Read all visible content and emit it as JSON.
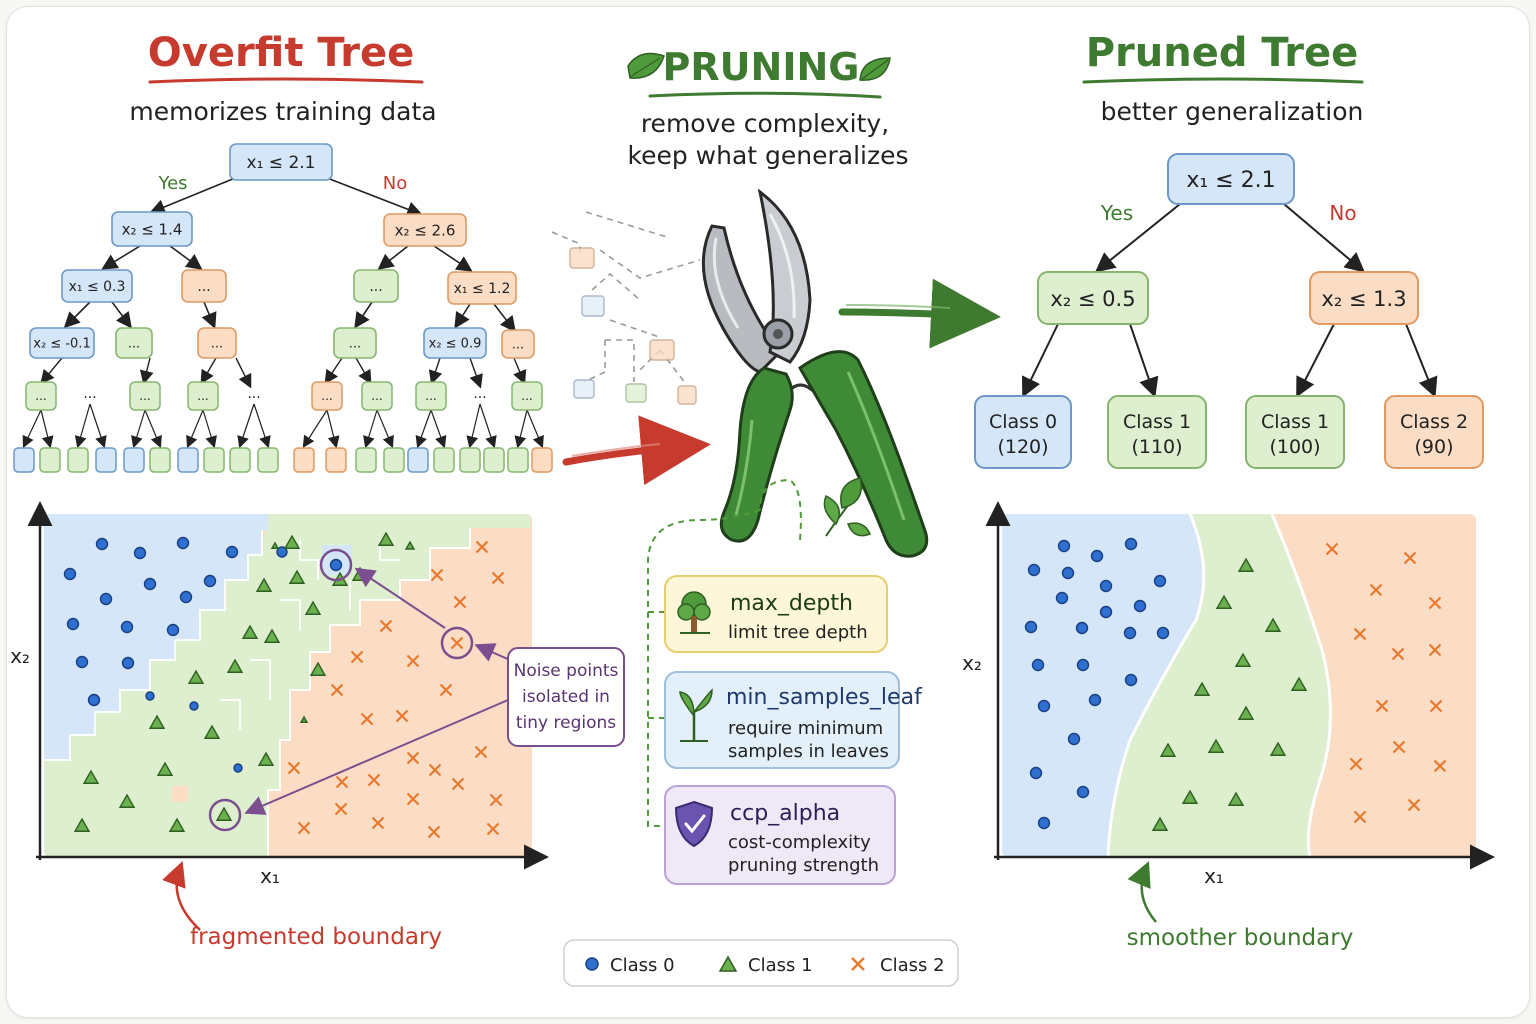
{
  "left": {
    "title": "Overfit Tree",
    "subtitle": "memorizes training data",
    "yes_label": "Yes",
    "no_label": "No",
    "nodes": {
      "root": "x₁ ≤ 2.1",
      "l1": "x₂ ≤ 1.4",
      "r1": "x₂ ≤ 2.6",
      "ll2": "x₁ ≤ 0.3",
      "rr2": "x₁ ≤ 1.2",
      "lll3": "x₂ ≤ -0.1",
      "rrl3": "x₂ ≤ 0.9",
      "ellipsis": "..."
    },
    "callout": [
      "Noise points",
      "isolated in",
      "tiny regions"
    ],
    "axis_x": "x₁",
    "axis_y": "x₂",
    "caption": "fragmented boundary"
  },
  "center": {
    "title": "PRUNING",
    "subtitle_line1": "remove complexity,",
    "subtitle_line2": "keep what generalizes",
    "params": [
      {
        "name": "max_depth",
        "desc1": "limit tree depth",
        "desc2": "",
        "icon": "tree-icon",
        "bg": "#fdf6d8",
        "border": "#e6cf6e"
      },
      {
        "name": "min_samples_leaf",
        "desc1": "require minimum",
        "desc2": "samples in leaves",
        "icon": "sprout-icon",
        "bg": "#e3eff9",
        "border": "#9dbfdc"
      },
      {
        "name": "ccp_alpha",
        "desc1": "cost-complexity",
        "desc2": "pruning strength",
        "icon": "shield-check-icon",
        "bg": "#efe8f7",
        "border": "#b9a3d6"
      }
    ]
  },
  "right": {
    "title": "Pruned Tree",
    "subtitle": "better generalization",
    "yes_label": "Yes",
    "no_label": "No",
    "root": "x₁ ≤ 2.1",
    "left_node": "x₂ ≤ 0.5",
    "right_node": "x₂ ≤ 1.3",
    "leaves": [
      {
        "label": "Class 0",
        "count": "(120)"
      },
      {
        "label": "Class 1",
        "count": "(110)"
      },
      {
        "label": "Class 1",
        "count": "(100)"
      },
      {
        "label": "Class 2",
        "count": "(90)"
      }
    ],
    "axis_x": "x₁",
    "axis_y": "x₂",
    "caption": "smoother boundary"
  },
  "legend": [
    {
      "label": "Class 0",
      "marker": "circle",
      "color": "#2f6fd0"
    },
    {
      "label": "Class 1",
      "marker": "triangle",
      "color": "#4f9a3a"
    },
    {
      "label": "Class 2",
      "marker": "cross",
      "color": "#e87a30"
    }
  ],
  "colors": {
    "red": "#c73a2e",
    "green": "#3e7a30",
    "blue_fill": "#d4e6f7",
    "blue_stroke": "#6b98c8",
    "green_fill": "#ddefcf",
    "green_stroke": "#86b56e",
    "orange_fill": "#fbdcc4",
    "orange_stroke": "#e09a62",
    "purple": "#7b4e8f"
  }
}
